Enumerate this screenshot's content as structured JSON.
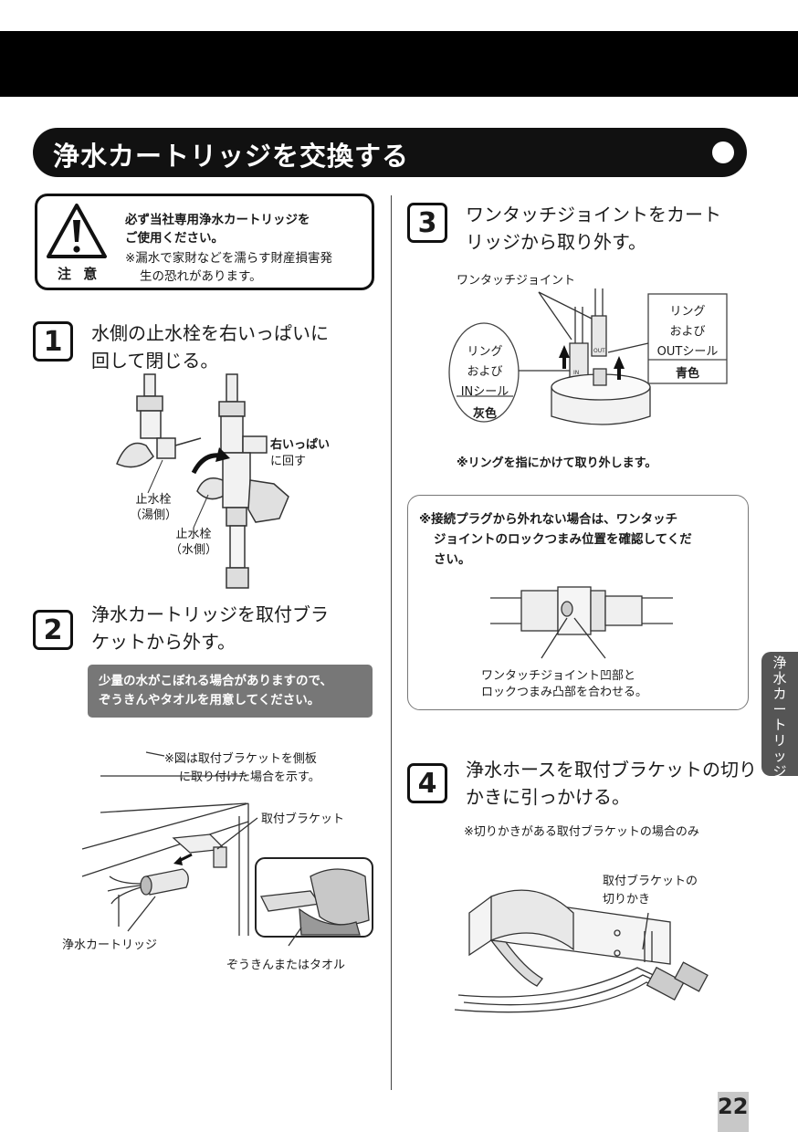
{
  "header": {
    "title": "浄水カートリッジを交換する"
  },
  "caution": {
    "label": "注 意",
    "line1": "必ず当社専用浄水カートリッジを",
    "line2": "ご使用ください。",
    "line3": "※漏水で家財などを濡らす財産損害発",
    "line4": "生の恐れがあります。"
  },
  "steps": [
    {
      "number": "1",
      "title_line1": "水側の止水栓を右いっぱいに",
      "title_line2": "回して閉じる。"
    },
    {
      "number": "2",
      "title_line1": "浄水カートリッジを取付ブラ",
      "title_line2": "ケットから外す。"
    },
    {
      "number": "3",
      "title_line1": "ワンタッチジョイントをカート",
      "title_line2": "リッジから取り外す。"
    },
    {
      "number": "4",
      "title_line1": "浄水ホースを取付ブラケットの切り",
      "title_line2": "かきに引っかける。"
    }
  ],
  "step1_labels": {
    "right_full_l1": "右いっぱい",
    "right_full_l2": "に回す",
    "hot_valve_l1": "止水栓",
    "hot_valve_l2": "（湯側）",
    "water_valve_l1": "止水栓",
    "water_valve_l2": "（水側）"
  },
  "step2": {
    "note_line1": "少量の水がこぼれる場合がありますので、",
    "note_line2": "ぞうきんやタオルを用意してください。",
    "fig_note_l1": "※図は取付ブラケットを側板",
    "fig_note_l2": "に取り付けた場合を示す。",
    "bracket": "取付ブラケット",
    "cartridge": "浄水カートリッジ",
    "towel": "ぞうきんまたはタオル"
  },
  "step3": {
    "joint_label": "ワンタッチジョイント",
    "right_ring_l1": "リング",
    "right_ring_l2": "および",
    "right_ring_l3": "OUTシール",
    "right_ring_color": "青色",
    "left_ring_l1": "リング",
    "left_ring_l2": "および",
    "left_ring_l3": "INシール",
    "left_ring_color": "灰色",
    "note": "※リングを指にかけて取り外します。",
    "in_marker": "IN",
    "out_marker": "OUT"
  },
  "note_box": {
    "line1": "※接続プラグから外れない場合は、ワンタッチ",
    "line2": "ジョイントのロックつまみ位置を確認してくだ",
    "line3": "さい。",
    "caption_l1": "ワンタッチジョイント凹部と",
    "caption_l2": "ロックつまみ凸部を合わせる。"
  },
  "step4": {
    "note": "※切りかきがある取付ブラケットの場合のみ",
    "notch_l1": "取付ブラケットの",
    "notch_l2": "切りかき"
  },
  "side_tab": [
    "浄",
    "水",
    "カ",
    "ー",
    "ト",
    "リ",
    "ッ",
    "ジ"
  ],
  "page_number": "22"
}
